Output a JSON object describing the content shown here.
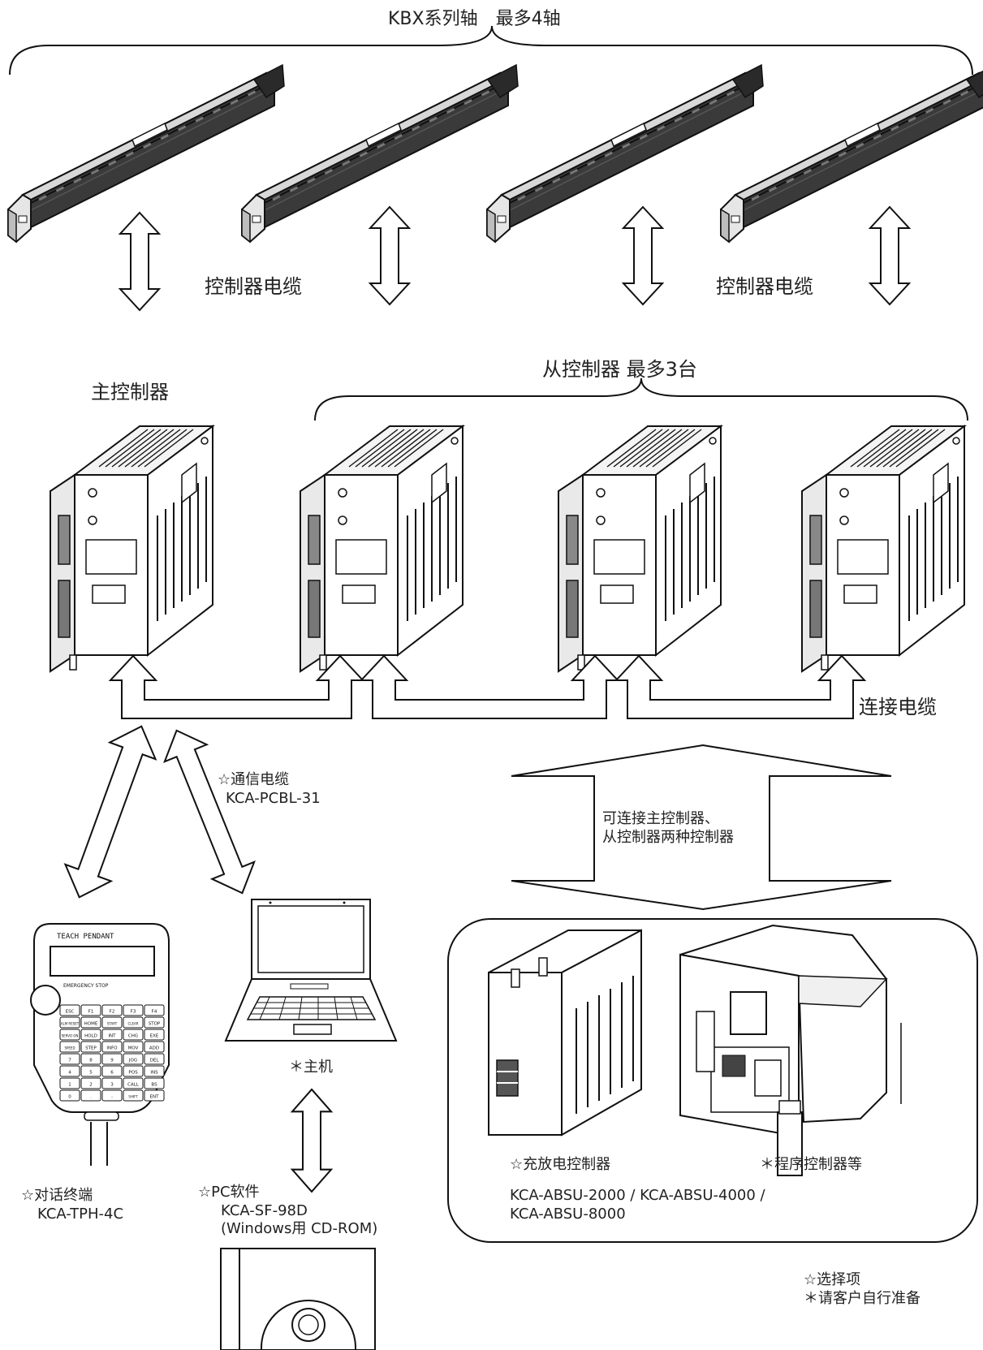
{
  "axes_group": {
    "title": "KBX系列轴　最多4轴"
  },
  "cable_labels": {
    "controller_cable_left": "控制器电缆",
    "controller_cable_right": "控制器电缆",
    "link_cable": "连接电缆"
  },
  "master_controller": {
    "label": "主控制器"
  },
  "slave_controllers": {
    "label": "从控制器 最多3台"
  },
  "comm_cable": {
    "name": "☆通信电缆",
    "model": "KCA-PCBL-31"
  },
  "connect_note": {
    "line1": "可连接主控制器、",
    "line2": "从控制器两种控制器"
  },
  "teach_pendant": {
    "name": "☆对话终端",
    "model": "KCA-TPH-4C",
    "screen_text": "TEACH PENDANT",
    "stop_text": "EMERGENCY STOP",
    "keys": [
      "ESC",
      "F1",
      "F2",
      "F3",
      "F4",
      "ALM RESET",
      "HOME",
      "START",
      "CLEAR",
      "STOP",
      "SERVO ON",
      "HOLD",
      "INT",
      "CHG",
      "EXE",
      "SPEED",
      "STEP",
      "INFO",
      "MOV",
      "ADD",
      "7",
      "8",
      "9",
      "JOG",
      "DEL",
      "4",
      "5",
      "6",
      "POS",
      "INS",
      "1",
      "2",
      "3",
      "CALL",
      "BS",
      "0",
      ".",
      "-",
      "SHIFT",
      "ENT"
    ]
  },
  "host": {
    "label": "＊主机"
  },
  "pc_software": {
    "name": "☆PC软件",
    "model": "KCA-SF-98D",
    "media": "(Windows用 CD-ROM)"
  },
  "options_box": {
    "charger_name": "☆充放电控制器",
    "plc_name": "＊程序控制器等",
    "models_line1": "KCA-ABSU-2000 / KCA-ABSU-4000 /",
    "models_line2": "KCA-ABSU-8000"
  },
  "legend": {
    "optional": "☆选择项",
    "customer": "＊请客户自行准备"
  }
}
